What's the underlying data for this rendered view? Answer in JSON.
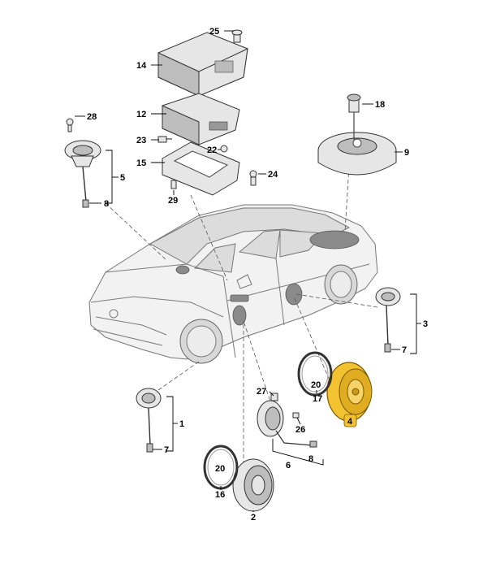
{
  "callouts": {
    "c1": "1",
    "c2": "2",
    "c3": "3",
    "c4": "4",
    "c5": "5",
    "c6": "6",
    "c7a": "7",
    "c7b": "7",
    "c8a": "8",
    "c8b": "8",
    "c9": "9",
    "c12": "12",
    "c14": "14",
    "c15": "15",
    "c16": "16",
    "c17": "17",
    "c18": "18",
    "c20a": "20",
    "c20b": "20",
    "c22": "22",
    "c23": "23",
    "c24": "24",
    "c25": "25",
    "c26": "26",
    "c27": "27",
    "c28": "28",
    "c29": "29"
  },
  "colors": {
    "highlight": "#f2c230",
    "highlight_dark": "#c99a12",
    "line": "#000000"
  },
  "highlighted_part": "4"
}
